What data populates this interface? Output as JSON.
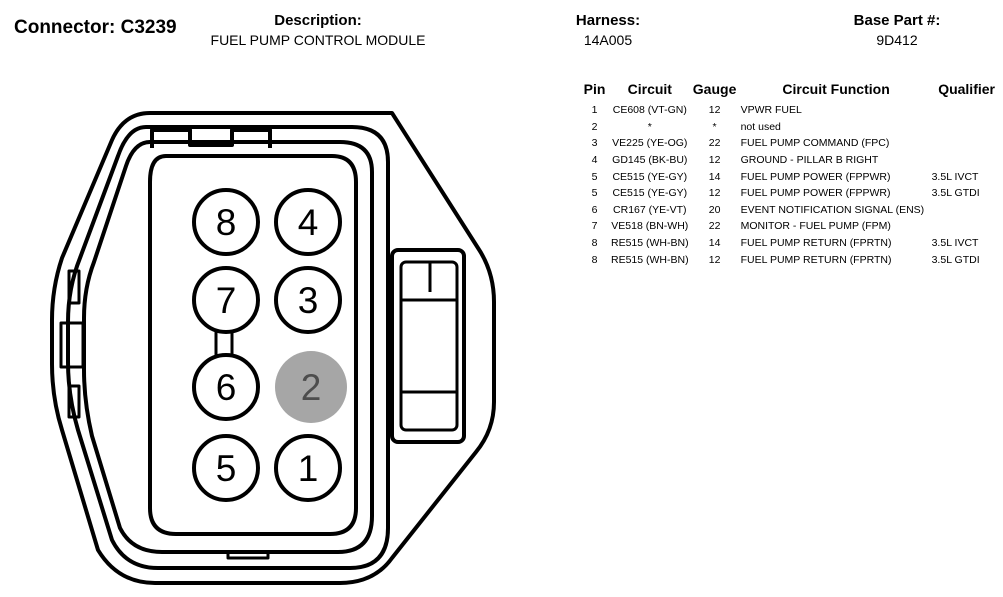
{
  "header": {
    "connector": "Connector: C3239",
    "description_label": "Description:",
    "description_value": "FUEL PUMP CONTROL MODULE",
    "harness_label": "Harness:",
    "harness_value": "14A005",
    "base_part_label": "Base Part #:",
    "base_part_value": "9D412"
  },
  "table": {
    "columns": [
      "Pin",
      "Circuit",
      "Gauge",
      "Circuit Function",
      "Qualifier"
    ],
    "rows": [
      [
        "1",
        "CE608 (VT-GN)",
        "12",
        "VPWR FUEL",
        ""
      ],
      [
        "2",
        "*",
        "*",
        "not used",
        ""
      ],
      [
        "3",
        "VE225 (YE-OG)",
        "22",
        "FUEL PUMP COMMAND (FPC)",
        ""
      ],
      [
        "4",
        "GD145 (BK-BU)",
        "12",
        "GROUND - PILLAR B RIGHT",
        ""
      ],
      [
        "5",
        "CE515 (YE-GY)",
        "14",
        "FUEL PUMP POWER (FPPWR)",
        "3.5L IVCT"
      ],
      [
        "5",
        "CE515 (YE-GY)",
        "12",
        "FUEL PUMP POWER (FPPWR)",
        "3.5L GTDI"
      ],
      [
        "6",
        "CR167 (YE-VT)",
        "20",
        "EVENT NOTIFICATION SIGNAL (ENS)",
        ""
      ],
      [
        "7",
        "VE518 (BN-WH)",
        "22",
        "MONITOR - FUEL PUMP (FPM)",
        ""
      ],
      [
        "8",
        "RE515 (WH-BN)",
        "14",
        "FUEL PUMP RETURN (FPRTN)",
        "3.5L IVCT"
      ],
      [
        "8",
        "RE515 (WH-BN)",
        "12",
        "FUEL PUMP RETURN (FPRTN)",
        "3.5L GTDI"
      ]
    ]
  },
  "diagram": {
    "pins": [
      {
        "label": "8",
        "state": "used"
      },
      {
        "label": "4",
        "state": "used"
      },
      {
        "label": "7",
        "state": "used"
      },
      {
        "label": "3",
        "state": "used"
      },
      {
        "label": "6",
        "state": "used"
      },
      {
        "label": "2",
        "state": "unused"
      },
      {
        "label": "5",
        "state": "used"
      },
      {
        "label": "1",
        "state": "used"
      }
    ],
    "colors": {
      "outline": "#000000",
      "unused_pin_fill": "#a6a6a6",
      "unused_pin_text": "#4d4d4d"
    }
  }
}
